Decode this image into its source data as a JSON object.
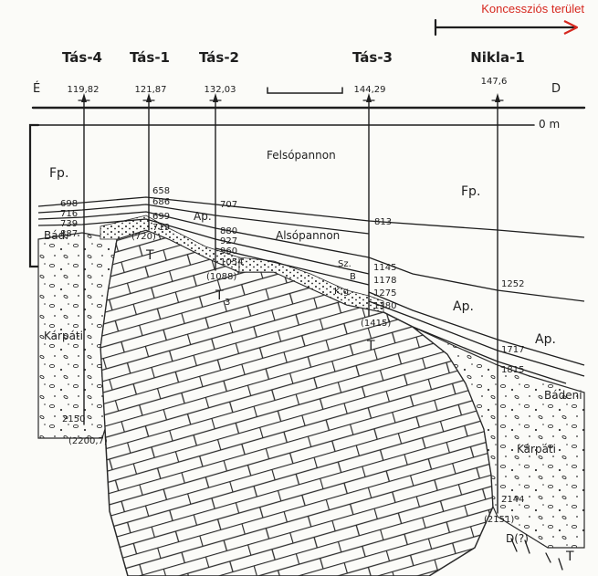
{
  "concession": {
    "label": "Koncessziós terület",
    "color": "#d6281f"
  },
  "compass": {
    "north": "É",
    "south": "D"
  },
  "zero_label": "0 m",
  "wells": [
    {
      "name": "Tás-4",
      "elevation": "119,82",
      "depths": [
        "698",
        "716",
        "739",
        "887"
      ],
      "bottom": "2150",
      "total_depth": "(2200,7)"
    },
    {
      "name": "Tás-1",
      "elevation": "121,87",
      "depths": [
        "658",
        "686",
        "699",
        "719"
      ],
      "bottom": "(720)"
    },
    {
      "name": "Tás-2",
      "elevation": "132,03",
      "depths": [
        "707",
        "880",
        "927",
        "960",
        "1054"
      ],
      "bottom": "(1088)"
    },
    {
      "name": "Tás-3",
      "elevation": "144,29",
      "depths": [
        "813",
        "1145",
        "1178",
        "1275",
        "1380"
      ],
      "bottom": "(1415)"
    },
    {
      "name": "Nikla-1",
      "elevation": "147,6",
      "depths": [
        "1252",
        "1717",
        "1815",
        "2144"
      ],
      "bottom": "(2151)"
    }
  ],
  "units": {
    "fp_left": "Fp.",
    "fp_right": "Fp.",
    "felsopannon": "Felsópannon",
    "alsopannon": "Alsópannon",
    "ap_left": "Ap.",
    "ap_mid": "Ap.",
    "ap_right": "Ap.",
    "bad": "Bád.",
    "badeni": "Bádeni",
    "karpati_left": "Kárpáti",
    "karpati_right": "Kárpáti",
    "sz": "Sz.",
    "b": "B",
    "kg": "K.g.",
    "t1": "T",
    "t2": "T",
    "t3": "T",
    "t4": "T",
    "t3_sub": "3",
    "d": "D(?)"
  }
}
